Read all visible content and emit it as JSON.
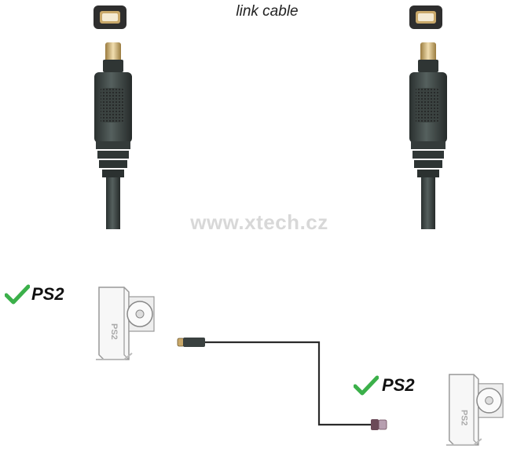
{
  "header": {
    "title": "link cable"
  },
  "watermark": {
    "text": "www.xtech.cz"
  },
  "consoles": [
    {
      "label": "PS2",
      "checked": true
    },
    {
      "label": "PS2",
      "checked": true
    }
  ],
  "icons": {
    "port": "firewire-port-icon",
    "plug": "firewire-plug-icon",
    "console": "ps2-console-icon",
    "check": "checkmark-icon"
  },
  "colors": {
    "port_frame": "#2e2e2e",
    "port_gold": "#c9a86a",
    "plug_body": "#3a4140",
    "cable": "#2a2a2a",
    "check": "#3bb04a",
    "console_stroke": "#999999"
  }
}
